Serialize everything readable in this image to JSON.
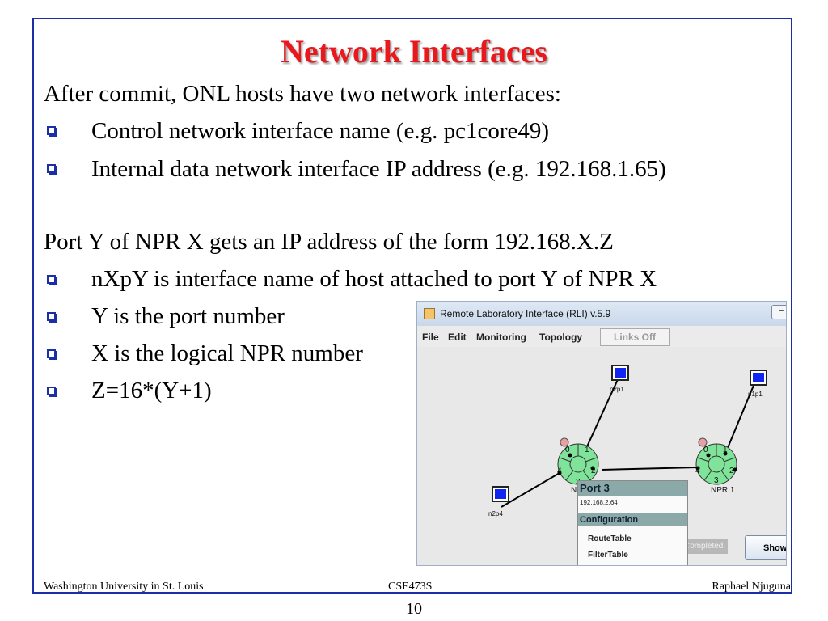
{
  "slide": {
    "title": "Network Interfaces",
    "intro": "After commit, ONL hosts have two network interfaces:",
    "bullets_a": [
      "Control network interface name (e.g. pc1core49)",
      "Internal data network interface IP address (e.g. 192.168.1.65)"
    ],
    "port_line": "Port Y of NPR X gets an IP address of the form 192.168.X.Z",
    "bullets_b": [
      "nXpY is interface name of host attached to port Y of NPR X",
      "Y is the port number",
      "X is the logical NPR number",
      "Z=16*(Y+1)"
    ]
  },
  "footer": {
    "left": "Washington University in St. Louis",
    "center": "CSE473S",
    "right": "Raphael Njuguna",
    "page": "10"
  },
  "rli": {
    "window_title": "Remote Laboratory Interface (RLI) v.5.9",
    "menu": [
      "File",
      "Edit",
      "Monitoring",
      "Topology"
    ],
    "links_off": "Links Off",
    "hosts": {
      "h1": "n2p1",
      "h2": "n1p1",
      "h3": "n2p4"
    },
    "routers": {
      "left_label": "N",
      "right_label": "NPR.1"
    },
    "router_ports": [
      "0",
      "1",
      "2",
      "3",
      "4"
    ],
    "context_menu": {
      "header": "Port 3",
      "ip": "192.168.2.64",
      "section": "Configuration",
      "items": [
        "RouteTable",
        "FilterTable"
      ]
    },
    "status_text": "Completed.",
    "show_button": "Show"
  },
  "colors": {
    "title": "#e8181c",
    "border": "#1a2ea8",
    "router": "#7fe39a",
    "host_screen": "#1026f0"
  }
}
